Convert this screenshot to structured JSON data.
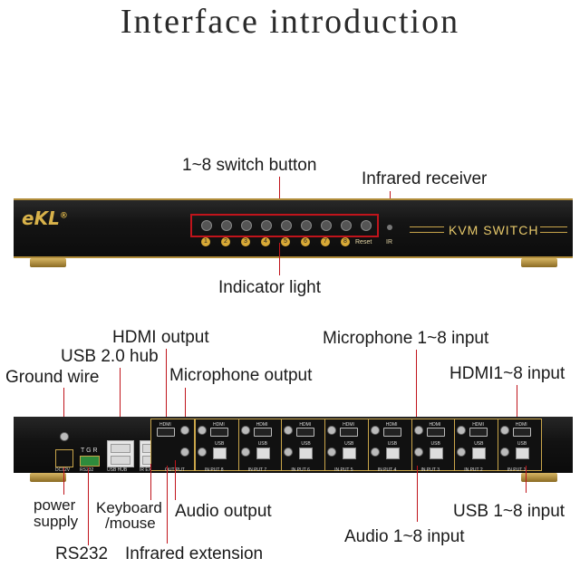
{
  "title": "Interface introduction",
  "front": {
    "brand": "eKL",
    "brand_mark": "®",
    "product": "KVM SWITCH",
    "indicator_numbers": [
      "1",
      "2",
      "3",
      "4",
      "5",
      "6",
      "7",
      "8"
    ],
    "reset_label": "Reset",
    "ir_label": "IR",
    "labels": {
      "switch_button": "1~8 switch button",
      "infrared_receiver": "Infrared receiver",
      "indicator_light": "Indicator light"
    }
  },
  "back": {
    "labels": {
      "hdmi_output": "HDMI output",
      "usb_hub": "USB 2.0 hub",
      "ground_wire": "Ground wire",
      "microphone_output": "Microphone output",
      "microphone_input": "Microphone 1~8 input",
      "hdmi_input": "HDMI1~8 input",
      "power_supply_1": "power",
      "power_supply_2": "supply",
      "rs232": "RS232",
      "keyboard_mouse_1": "Keyboard",
      "keyboard_mouse_2": "/mouse",
      "audio_output": "Audio output",
      "infrared_extension": "Infrared extension",
      "audio_input": "Audio 1~8 input",
      "usb_input": "USB 1~8 input"
    },
    "panel_text": {
      "dc": "DC12V",
      "rs232": "RS232",
      "usb_hub": "USB HUB",
      "out_put": "OUT PUT",
      "ir_ext": "IR EXT",
      "hdmi": "HDMI",
      "usb": "USB",
      "tgr": "T G R"
    },
    "inputs": [
      "IN PUT 8",
      "IN PUT 7",
      "IN PUT 6",
      "IN PUT 5",
      "IN PUT 4",
      "IN PUT 3",
      "IN PUT 2",
      "IN PUT 1"
    ]
  },
  "colors": {
    "callout": "#c0141b",
    "gold": "#c9a54a"
  }
}
